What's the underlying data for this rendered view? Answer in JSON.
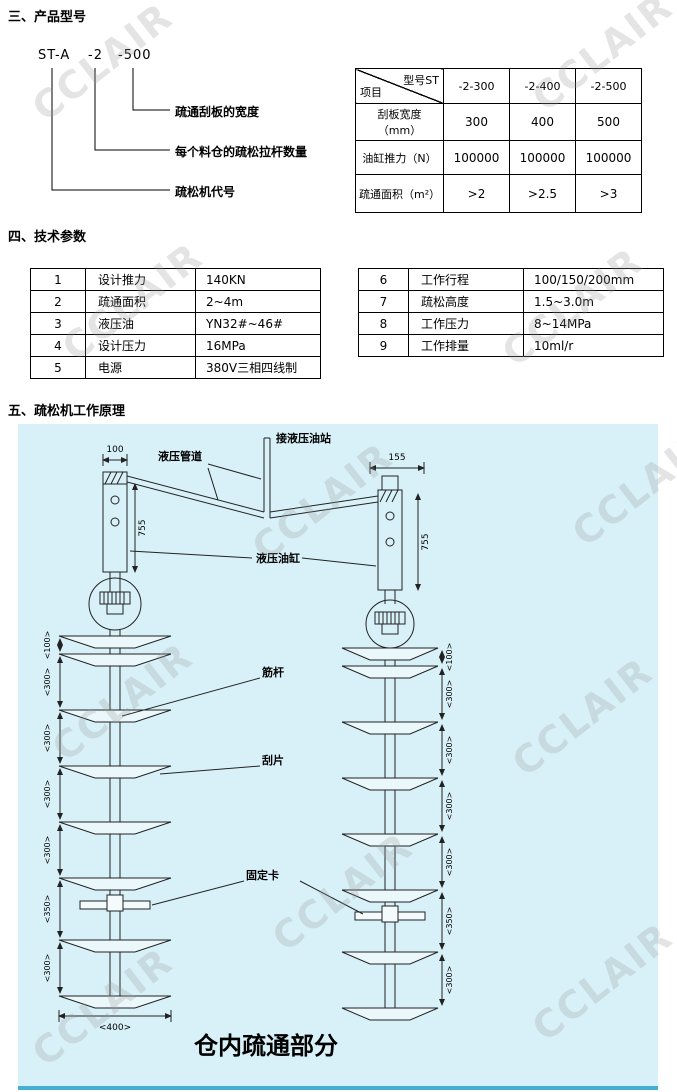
{
  "sections": {
    "s3": "三、产品型号",
    "s4": "四、技术参数",
    "s5": "五、疏松机工作原理"
  },
  "model": {
    "part1": "ST-A",
    "part2": "-2",
    "part3": "-500",
    "label_width": "疏通刮板的宽度",
    "label_rods": "每个料仓的疏松拉杆数量",
    "label_code": "疏松机代号"
  },
  "model_table": {
    "corner_top": "型号ST",
    "corner_bottom": "项目",
    "col1": "-2-300",
    "col2": "-2-400",
    "col3": "-2-500",
    "r1": {
      "name": "刮板宽度（mm）",
      "v1": "300",
      "v2": "400",
      "v3": "500"
    },
    "r2": {
      "name": "油缸推力（N）",
      "v1": "100000",
      "v2": "100000",
      "v3": "100000"
    },
    "r3": {
      "name": "疏通面积（m²）",
      "v1": ">2",
      "v2": ">2.5",
      "v3": ">3"
    }
  },
  "params_left": {
    "r1": {
      "no": "1",
      "name": "设计推力",
      "value": "140KN"
    },
    "r2": {
      "no": "2",
      "name": "疏通面积",
      "value": "2~4m"
    },
    "r3": {
      "no": "3",
      "name": "液压油",
      "value": "YN32#~46#"
    },
    "r4": {
      "no": "4",
      "name": "设计压力",
      "value": "16MPa"
    },
    "r5": {
      "no": "5",
      "name": "电源",
      "value": "380V三相四线制"
    }
  },
  "params_right": {
    "r1": {
      "no": "6",
      "name": "工作行程",
      "value": "100/150/200mm"
    },
    "r2": {
      "no": "7",
      "name": "疏松高度",
      "value": "1.5~3.0m"
    },
    "r3": {
      "no": "8",
      "name": "工作压力",
      "value": "8~14MPa"
    },
    "r4": {
      "no": "9",
      "name": "工作排量",
      "value": "10ml/r"
    }
  },
  "diagram": {
    "labels": {
      "station": "接液压油站",
      "pipe": "液压管道",
      "cylinder": "液压油缸",
      "rib": "筋杆",
      "scraper": "刮片",
      "clamp": "固定卡",
      "caption": "仓内疏通部分"
    },
    "dims": {
      "w_left": "100",
      "w_right": "155",
      "h_left": "755",
      "h_right": "755",
      "seg100": "<100>",
      "seg300": "<300>",
      "seg350": "<350>",
      "seg400": "<400>"
    }
  },
  "watermark": {
    "text": "CCLAIR"
  }
}
